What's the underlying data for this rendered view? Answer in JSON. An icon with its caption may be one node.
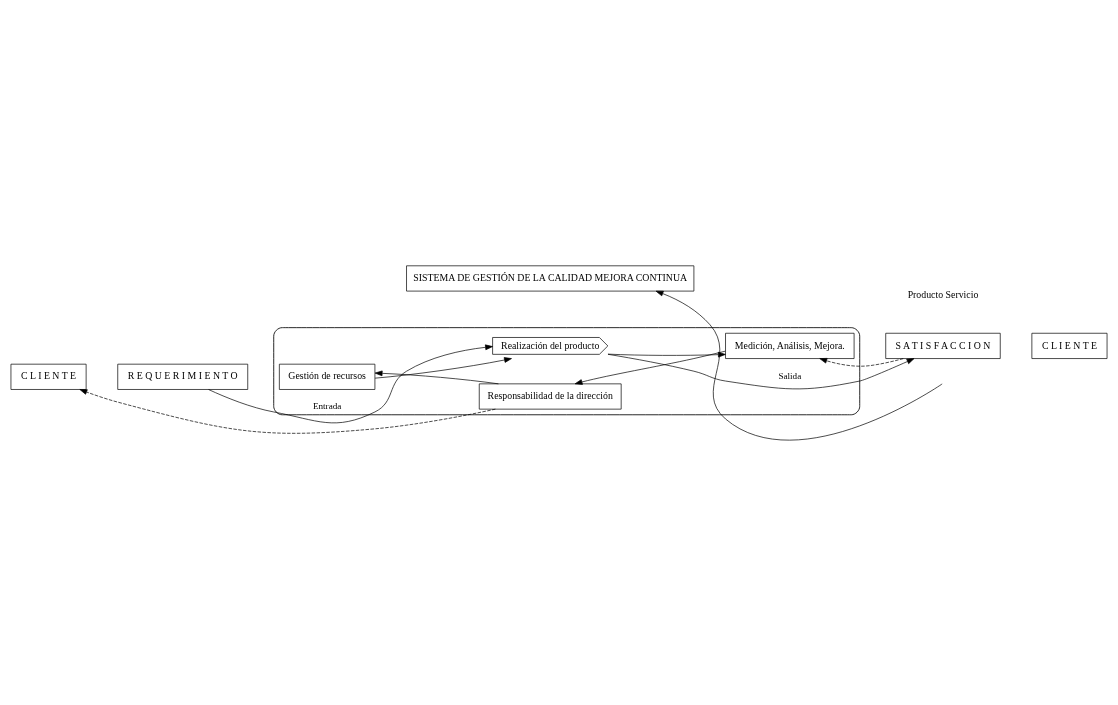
{
  "diagram": {
    "nodes": [
      {
        "text": [
          "SISTEMA DE GESTIÓN DE LA CALIDAD MEJORA CONTINUA"
        ]
      },
      {
        "text": [
          "C L I E N T E"
        ]
      },
      {
        "text": [
          "R E Q U E R I M I E N T O"
        ]
      },
      {
        "text": [],
        "shape": "ellipse"
      },
      {
        "text": [
          "Responsabilidad de la dirección"
        ],
        "in": 3
      },
      {
        "text": [
          "Gestión de recursos"
        ],
        "in": 3
      },
      {
        "text": [
          "Medición, Análisis, Mejora."
        ],
        "in": 3
      },
      {
        "text": [
          "Realización del producto"
        ],
        "in": 3
      },
      {
        "text": [
          "S A T I S F A C C I O N"
        ]
      },
      {
        "text": [
          "C L I E N T E"
        ]
      }
    ],
    "edges": [
      {
        "from": 4,
        "to": 1,
        "arrow": "to",
        "style": "dashed"
      },
      {
        "from": 8,
        "to": 6,
        "arrow": "to",
        "style": "dashed"
      },
      {
        "from": 2,
        "to": 7,
        "arrow": "to",
        "label": "Entrada"
      },
      {
        "from": 7,
        "to": 8,
        "arrow": "to",
        "label": "Salida"
      },
      {
        "from": 4,
        "to": 5,
        "arrow": "to"
      },
      {
        "from": 5,
        "to": 7,
        "arrow": "to"
      },
      {
        "from": 7,
        "to": 6,
        "arrow": "to"
      },
      {
        "from": 6,
        "to": 4,
        "arrow": "to"
      },
      {
        "from": null,
        "to": 0,
        "arrow": "to"
      }
    ],
    "labels": [
      "Producto Servicio"
    ]
  }
}
